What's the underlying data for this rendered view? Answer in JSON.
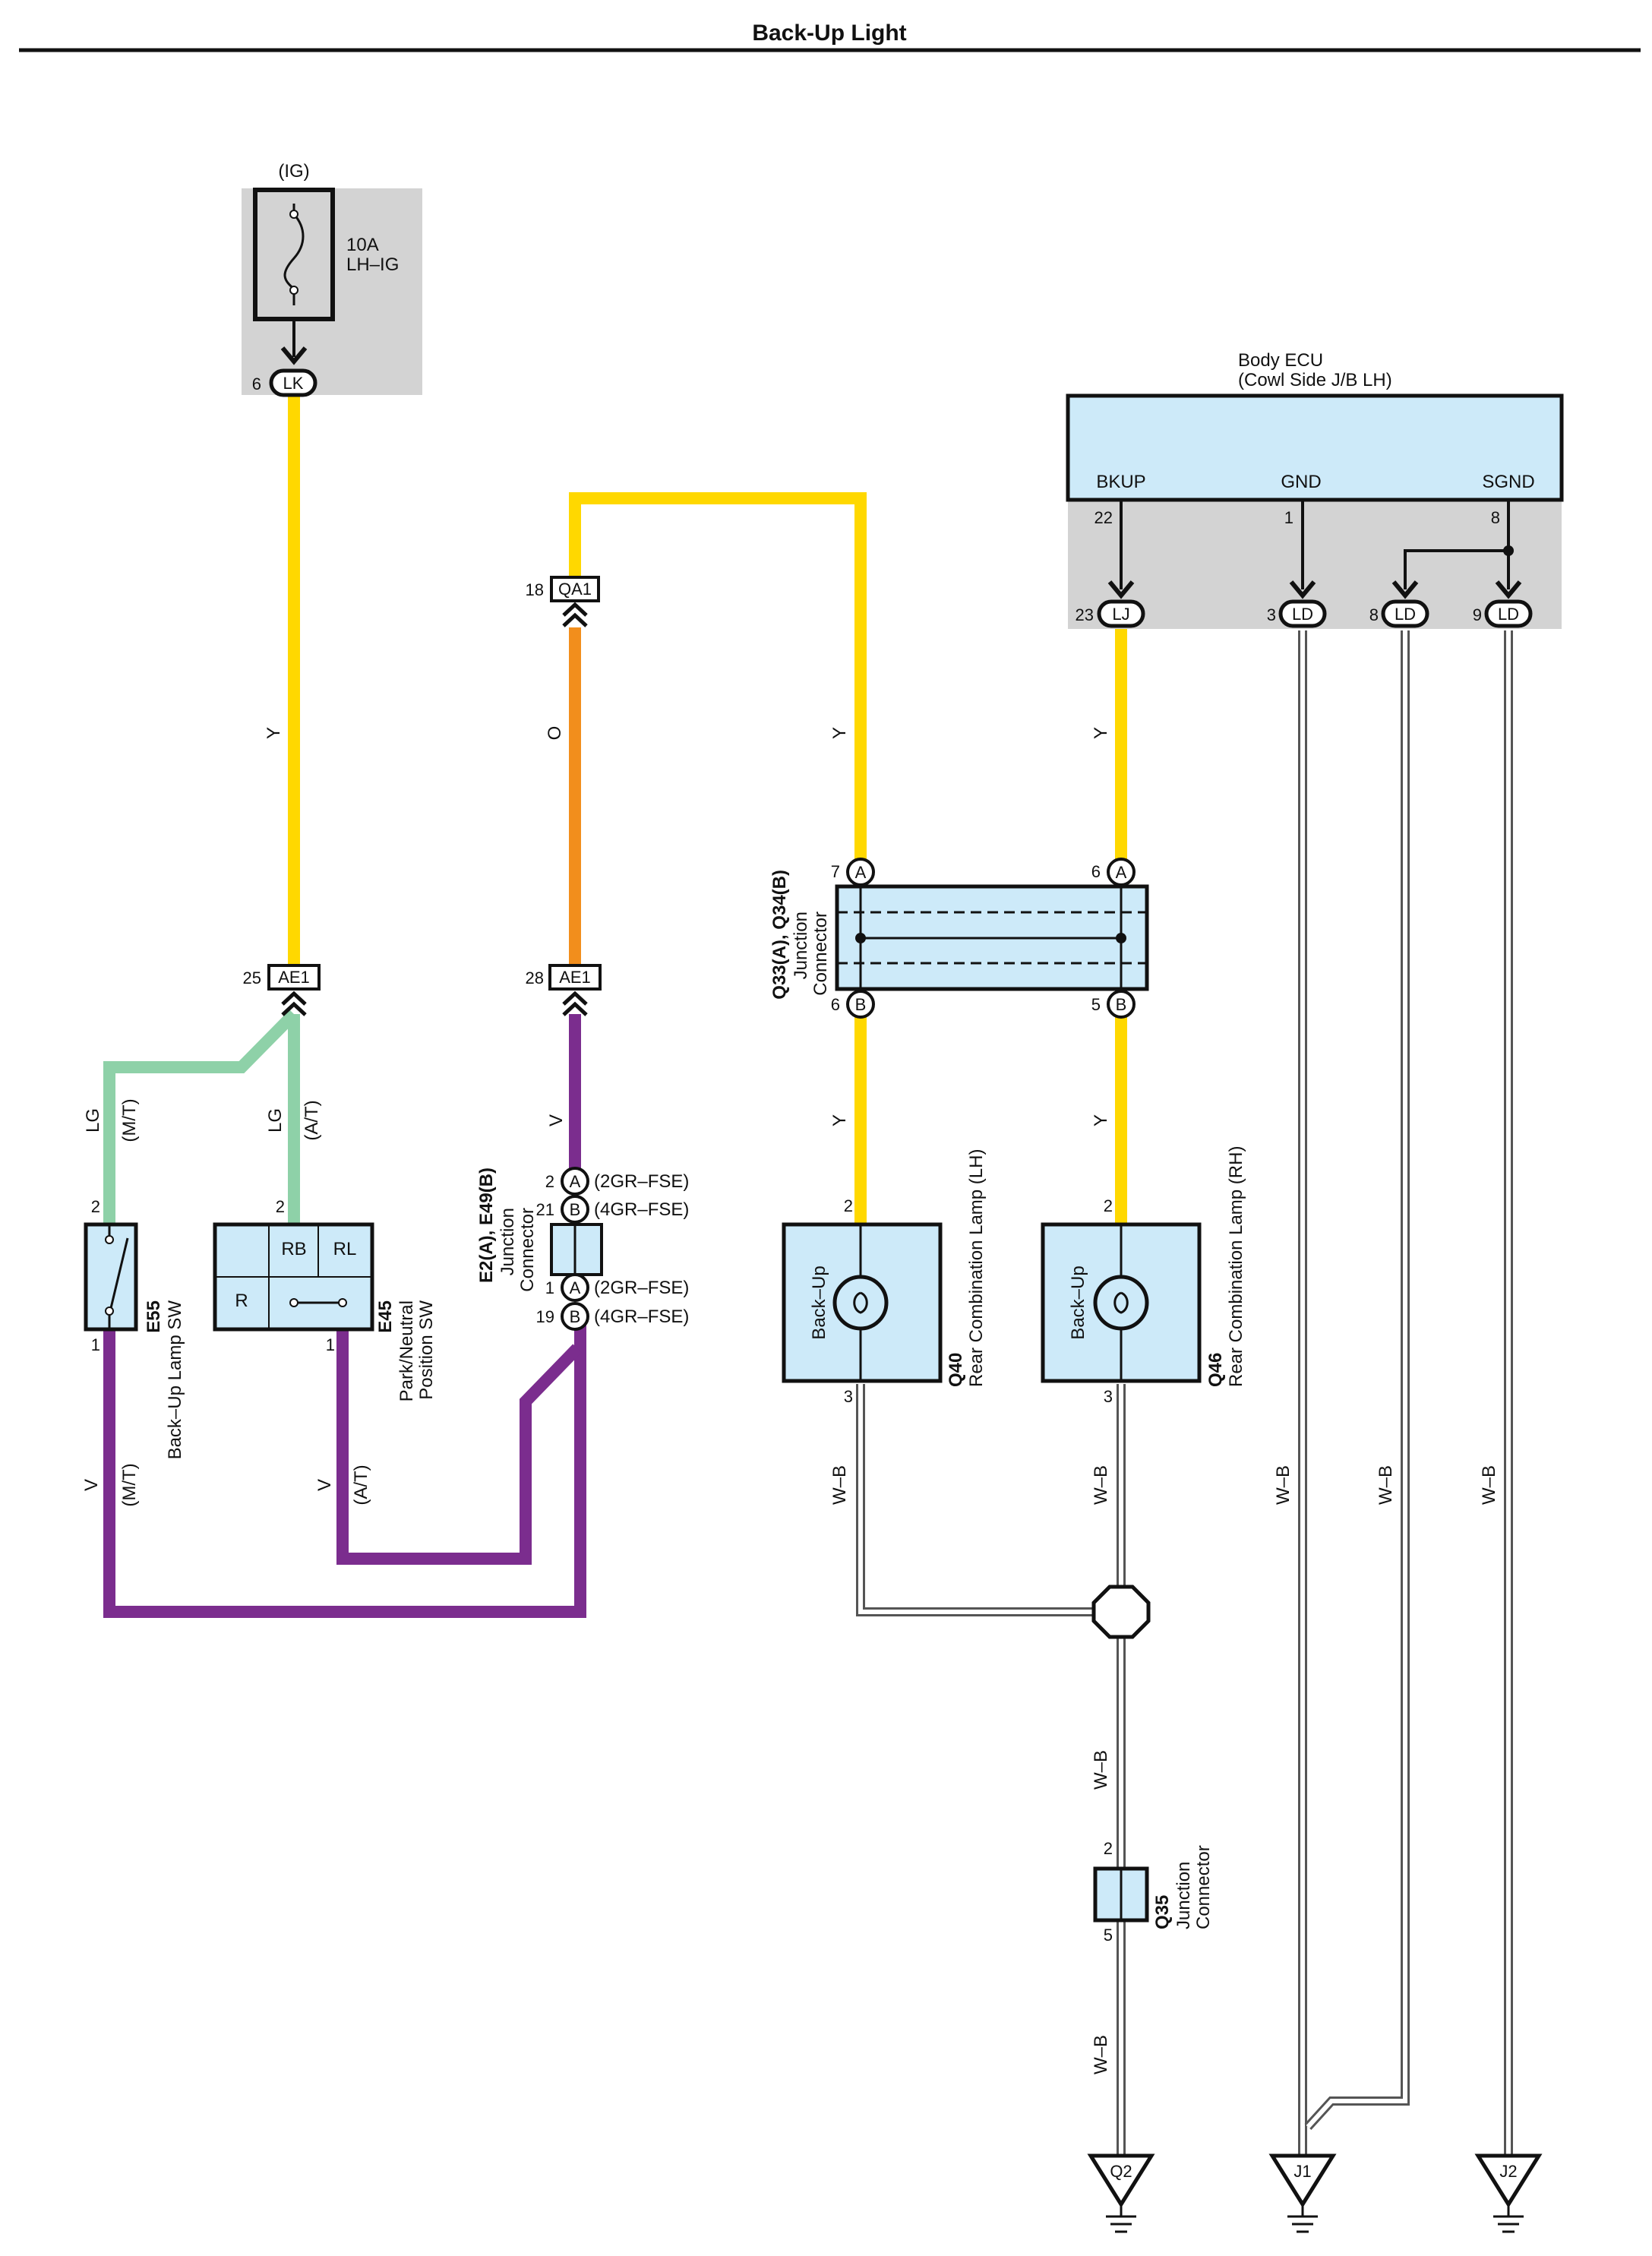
{
  "title": "Back-Up Light",
  "colors": {
    "Y": "#ffd800",
    "O": "#f28e1c",
    "V": "#7b2d8e",
    "LG": "#8ed1a8",
    "W": "#ffffff",
    "wire_edge": "#555555",
    "component_fill": "#cdeaf9",
    "gray_box": "#d3d3d3"
  },
  "fuse": {
    "circuit": "(IG)",
    "rating": "10A",
    "name": "LH–IG",
    "pin": "6",
    "connector": "LK"
  },
  "ecu": {
    "name_line1": "Body ECU",
    "name_line2": "(Cowl Side J/B LH)",
    "terminal_bkup": "BKUP",
    "terminal_gnd": "GND",
    "terminal_sgnd": "SGND",
    "pin_bkup": "22",
    "pin_gnd": "1",
    "pin_sgnd": "8",
    "out_pins": [
      "23",
      "3",
      "8",
      "9"
    ],
    "out_connectors": [
      "LJ",
      "LD",
      "LD",
      "LD"
    ]
  },
  "connectors": {
    "qa1_pin": "18",
    "qa1": "QA1",
    "ae1_left_pin": "25",
    "ae1_left": "AE1",
    "ae1_mid_pin": "28",
    "ae1_mid": "AE1"
  },
  "wire_labels": {
    "y_left": "Y",
    "o": "O",
    "y_mid": "Y",
    "y_right": "Y",
    "lg_mt": "LG",
    "lg_mt_note": "(M/T)",
    "lg_at": "LG",
    "lg_at_note": "(A/T)",
    "v_upper": "V",
    "y_q40": "Y",
    "y_q46": "Y",
    "v_mt": "V",
    "v_mt_note": "(M/T)",
    "v_at": "V",
    "v_at_note": "(A/T)",
    "wb_q40": "W–B",
    "wb_q46": "W–B",
    "wb_j1": "W–B",
    "wb_ld8": "W–B",
    "wb_j2": "W–B",
    "wb_lower1": "W–B",
    "wb_lower2": "W–B"
  },
  "e55": {
    "code": "E55",
    "name": "Back–Up Lamp SW",
    "pin_top": "2",
    "pin_bottom": "1"
  },
  "e45": {
    "code": "E45",
    "name_line1": "Park/Neutral",
    "name_line2": "Position SW",
    "pin_top": "2",
    "pin_bottom": "1",
    "rb": "RB",
    "rl": "RL",
    "r": "R"
  },
  "e2": {
    "code": "E2(A), E49(B)",
    "name_line1": "Junction",
    "name_line2": "Connector",
    "p1_num": "2",
    "p1_letter": "A",
    "p1_note": "(2GR–FSE)",
    "p2_num": "21",
    "p2_letter": "B",
    "p2_note": "(4GR–FSE)",
    "p3_num": "1",
    "p3_letter": "A",
    "p3_note": "(2GR–FSE)",
    "p4_num": "19",
    "p4_letter": "B",
    "p4_note": "(4GR–FSE)"
  },
  "q33": {
    "code": "Q33(A), Q34(B)",
    "name_line1": "Junction",
    "name_line2": "Connector",
    "tl_pin": "7",
    "tl_letter": "A",
    "tr_pin": "6",
    "tr_letter": "A",
    "bl_pin": "6",
    "bl_letter": "B",
    "br_pin": "5",
    "br_letter": "B"
  },
  "q40": {
    "code": "Q40",
    "name": "Rear Combination Lamp (LH)",
    "function": "Back–Up",
    "pin_top": "2",
    "pin_bottom": "3"
  },
  "q46": {
    "code": "Q46",
    "name": "Rear Combination Lamp (RH)",
    "function": "Back–Up",
    "pin_top": "2",
    "pin_bottom": "3"
  },
  "q35": {
    "code": "Q35",
    "name_line1": "Junction",
    "name_line2": "Connector",
    "pin_top": "2",
    "pin_bottom": "5"
  },
  "grounds": {
    "q2": "Q2",
    "j1": "J1",
    "j2": "J2"
  }
}
